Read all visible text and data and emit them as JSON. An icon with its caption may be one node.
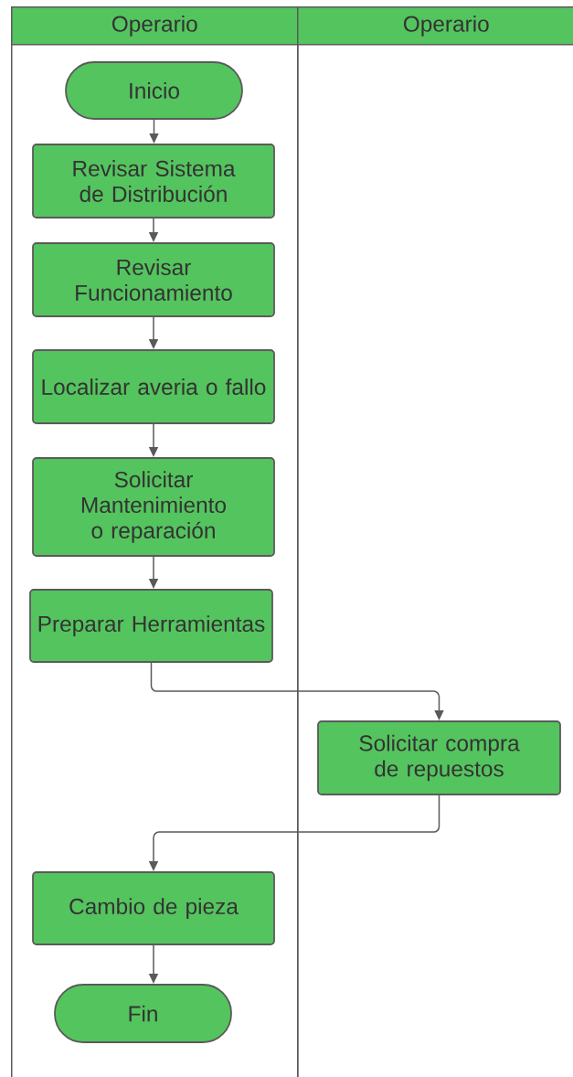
{
  "diagram": {
    "nodes": [
      {
        "text": [
          "Operario"
        ]
      },
      {
        "text": [
          "Operario"
        ]
      },
      {
        "text": [
          "Inicio"
        ],
        "in": 0
      },
      {
        "text": [
          "Revisar Sistema de Distribución"
        ],
        "in": 0
      },
      {
        "text": [
          "Revisar Funcionamiento"
        ],
        "in": 0
      },
      {
        "text": [
          "Localizar averia o fallo"
        ],
        "in": 0
      },
      {
        "text": [
          "Solicitar Mantenimiento o reparación"
        ],
        "in": 0
      },
      {
        "text": [
          "Preparar Herramientas"
        ],
        "in": 0
      },
      {
        "text": [
          "Solicitar compra de repuestos"
        ],
        "in": 1
      },
      {
        "text": [
          "Cambio de pieza"
        ],
        "in": 0
      },
      {
        "text": [
          "Fin"
        ],
        "in": 0
      }
    ],
    "edges": [
      {
        "from": 2,
        "to": 3,
        "arrow": "to"
      },
      {
        "from": 3,
        "to": 4,
        "arrow": "to"
      },
      {
        "from": 4,
        "to": 5,
        "arrow": "to"
      },
      {
        "from": 5,
        "to": 6,
        "arrow": "to"
      },
      {
        "from": 6,
        "to": 7,
        "arrow": "to"
      },
      {
        "from": 7,
        "to": 8,
        "arrow": "to"
      },
      {
        "from": 8,
        "to": 9,
        "arrow": "to"
      },
      {
        "from": 9,
        "to": 10,
        "arrow": "to"
      }
    ]
  }
}
